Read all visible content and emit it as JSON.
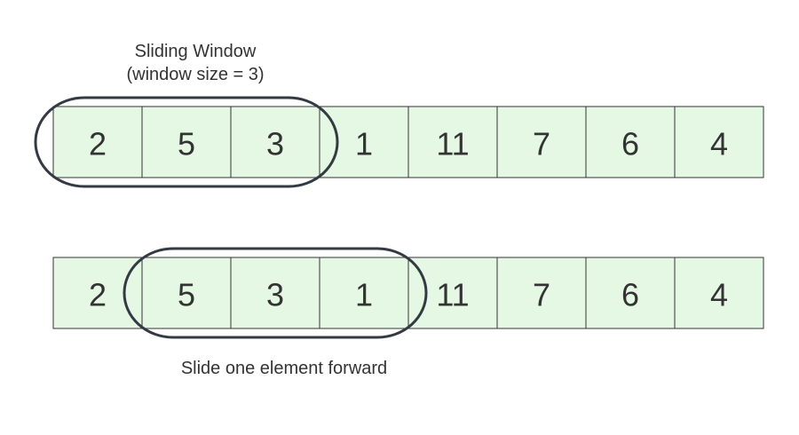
{
  "arrays": [
    {
      "values": [
        "2",
        "5",
        "3",
        "1",
        "11",
        "7",
        "6",
        "4"
      ],
      "window_start": 0,
      "window_size": 3
    },
    {
      "values": [
        "2",
        "5",
        "3",
        "1",
        "11",
        "7",
        "6",
        "4"
      ],
      "window_start": 1,
      "window_size": 3
    }
  ],
  "labels": {
    "title_line1": "Sliding Window",
    "title_line2": "(window size = 3)",
    "bottom_caption": "Slide one element forward"
  },
  "colors": {
    "cell_fill": "#e4f8e4",
    "cell_border": "#333333",
    "window_stroke": "#333a44",
    "text": "#333333"
  }
}
